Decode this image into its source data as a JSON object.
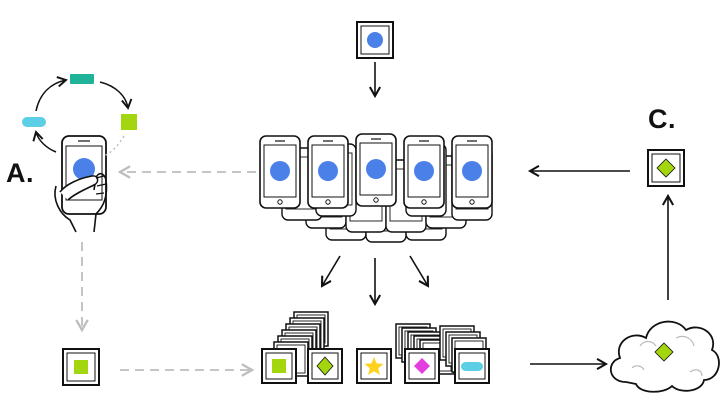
{
  "labels": {
    "a": "A.",
    "c": "C."
  },
  "icons": {
    "central_model_tile": "blue-circle-tile-icon",
    "phone_fleet": "phone-device-icons",
    "device_in_hand": "hand-holding-phone-icon",
    "local_update_tile": "green-square-tile-icon",
    "aggregated_tiles": [
      "green-square-tile-icon",
      "green-diamond-tile-icon",
      "yellow-star-tile-icon",
      "magenta-diamond-tile-icon",
      "cyan-pill-tile-icon"
    ],
    "cloud": "cloud-icon",
    "shared_update_tile": "green-diamond-tile-icon",
    "cycle_shapes": [
      "teal-bar-icon",
      "lime-square-icon",
      "cyan-pill-icon"
    ]
  },
  "colors": {
    "blue": "#4a80e8",
    "lime": "#a4d610",
    "teal": "#1fb39a",
    "cyan": "#5ccfe6",
    "yellow": "#ffd21f",
    "magenta": "#e33ee0",
    "ink": "#111111",
    "dashed": "#bdbdbd"
  }
}
